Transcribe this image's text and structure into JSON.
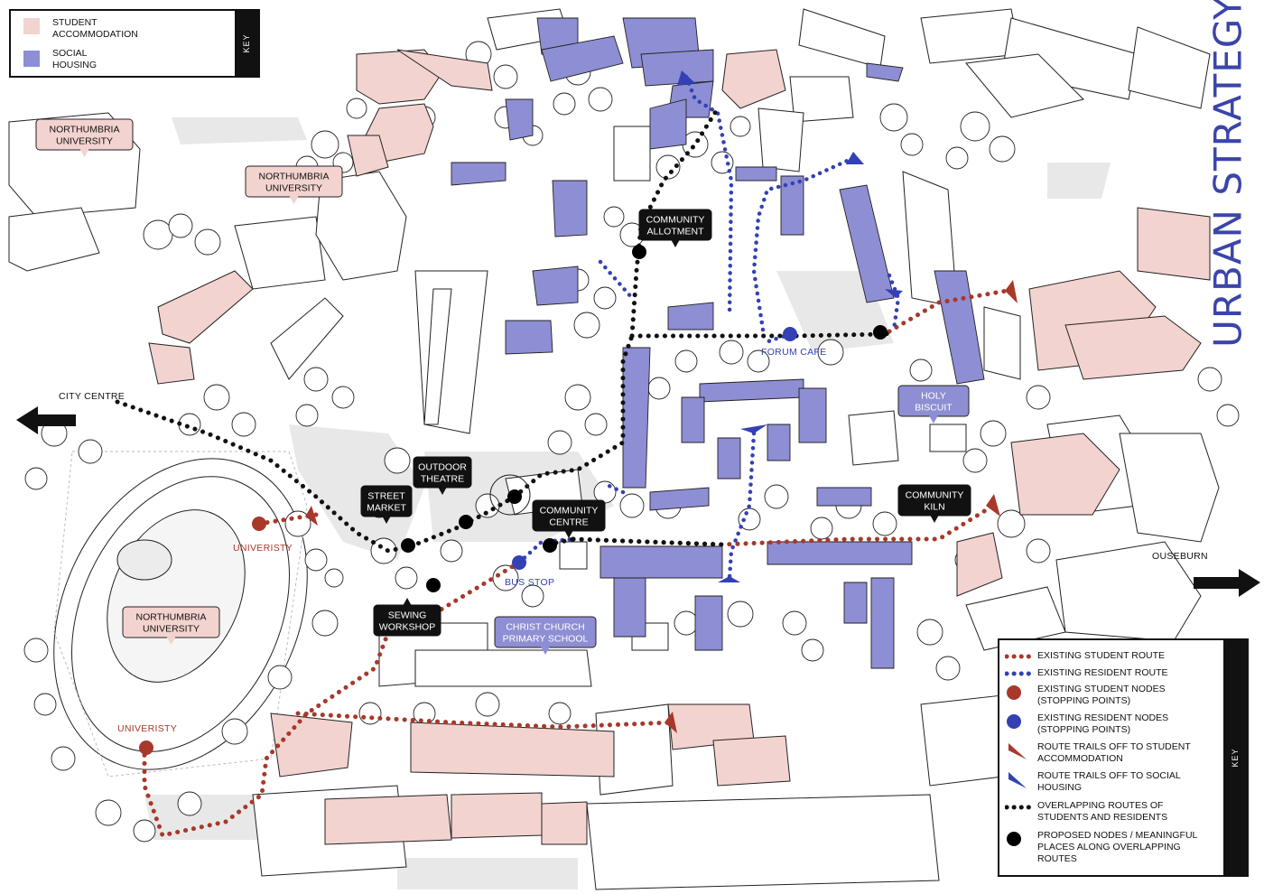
{
  "title": "URBAN STRATEGY",
  "colors": {
    "student_fill": "#f3d3cf",
    "social_fill": "#8e8ed4",
    "student_route": "#a8382a",
    "resident_route": "#3341b4",
    "overlap_route": "#111111",
    "title": "#3b45a8"
  },
  "key_top": {
    "key_label": "KEY",
    "items": [
      {
        "label": "STUDENT\nACCOMMODATION",
        "swatch": "student"
      },
      {
        "label": "SOCIAL\nHOUSING",
        "swatch": "social"
      }
    ]
  },
  "legend": {
    "key_label": "KEY",
    "items": [
      {
        "symbol": "student-route-dots",
        "label": "EXISTING STUDENT ROUTE"
      },
      {
        "symbol": "resident-route-dots",
        "label": "EXISTING RESIDENT ROUTE"
      },
      {
        "symbol": "student-node",
        "label": "EXISTING STUDENT NODES\n(STOPPING POINTS)"
      },
      {
        "symbol": "resident-node",
        "label": "EXISTING RESIDENT NODES\n(STOPPING POINTS)"
      },
      {
        "symbol": "student-trail-off",
        "label": "ROUTE TRAILS OFF TO STUDENT\nACCOMMODATION"
      },
      {
        "symbol": "resident-trail-off",
        "label": "ROUTE TRAILS OFF TO SOCIAL\nHOUSING"
      },
      {
        "symbol": "overlap-route-dots",
        "label": "OVERLAPPING ROUTES OF\nSTUDENTS AND RESIDENTS"
      },
      {
        "symbol": "proposed-node",
        "label": "PROPOSED NODES / MEANINGFUL\nPLACES ALONG OVERLAPPING\nROUTES"
      }
    ]
  },
  "directions": {
    "city_centre": "CITY CENTRE",
    "ouseburn": "OUSEBURN"
  },
  "university_callouts": [
    "NORTHUMBRIA\nUNIVERSITY",
    "NORTHUMBRIA\nUNIVERSITY",
    "NORTHUMBRIA\nUNIVERSITY"
  ],
  "proposed_places": [
    "COMMUNITY\nALLOTMENT",
    "OUTDOOR\nTHEATRE",
    "STREET\nMARKET",
    "COMMUNITY\nCENTRE",
    "SEWING\nWORKSHOP",
    "COMMUNITY\nKILN"
  ],
  "resident_places": [
    "HOLY\nBISCUIT",
    "CHRIST CHURCH\nPRIMARY SCHOOL"
  ],
  "node_labels": {
    "forum_cafe": "FORUM CAFE",
    "bus_stop": "BUS STOP",
    "university_1": "UNIVERISTY",
    "university_2": "UNIVERISTY"
  }
}
